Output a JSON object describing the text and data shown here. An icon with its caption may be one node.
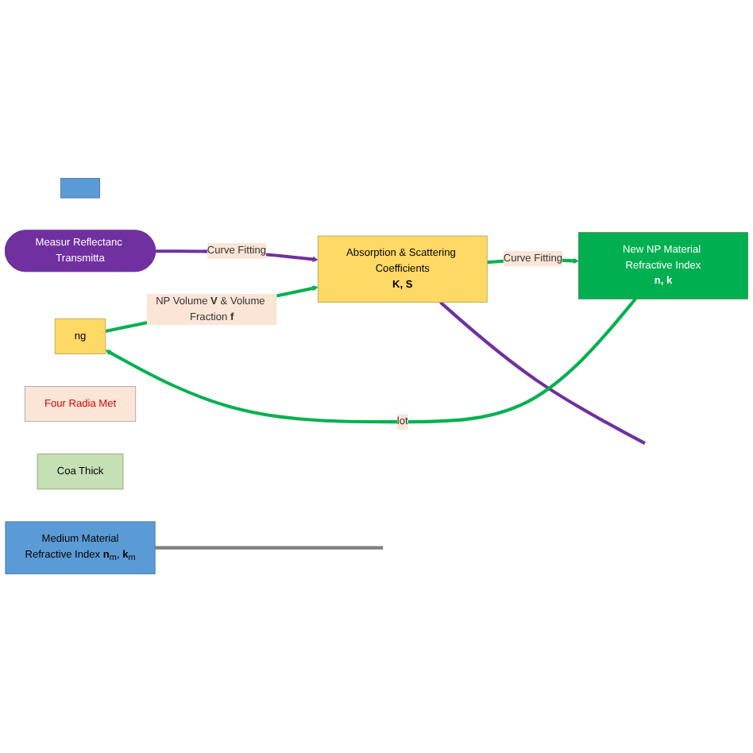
{
  "diagram": {
    "nodes": [
      {
        "text": [],
        "shape": "box"
      },
      {
        "text": [
          "Medium Material",
          "Refractive Index **n**$_{m}$, **k**$_{m}$"
        ]
      },
      {
        "text": [
          "ng"
        ]
      },
      {
        "text": [
          "Absorption & Scattering Coefficients",
          "K, S"
        ]
      },
      {
        "text": [
          "Four Radia Met"
        ]
      },
      {
        "text": [
          "Coa Thick"
        ]
      },
      {
        "text": [
          "New NP Material Refractive Index",
          "n, k"
        ]
      },
      {
        "text": [
          "Measur Reflectanc Transmitta"
        ]
      }
    ],
    "edges": [
      {
        "from": 1,
        "to": null,
        "arrow": "none",
        "color": "#7f7f7f"
      },
      {
        "from": 2,
        "to": 3,
        "arrow": "to",
        "label": "NP Volume **V** & Volume Fraction **f**"
      },
      {
        "from": 3,
        "to": 6,
        "arrow": "to",
        "label": "Curve Fitting"
      },
      {
        "from": 7,
        "to": 3,
        "arrow": "to",
        "label": "Curve Fitting",
        "color": "#7030a0"
      },
      {
        "from": 3,
        "to": null,
        "arrow": "none",
        "color": "#7030a0"
      },
      {
        "from": 6,
        "to": 2,
        "arrow": "to",
        "label": "lot"
      }
    ]
  }
}
